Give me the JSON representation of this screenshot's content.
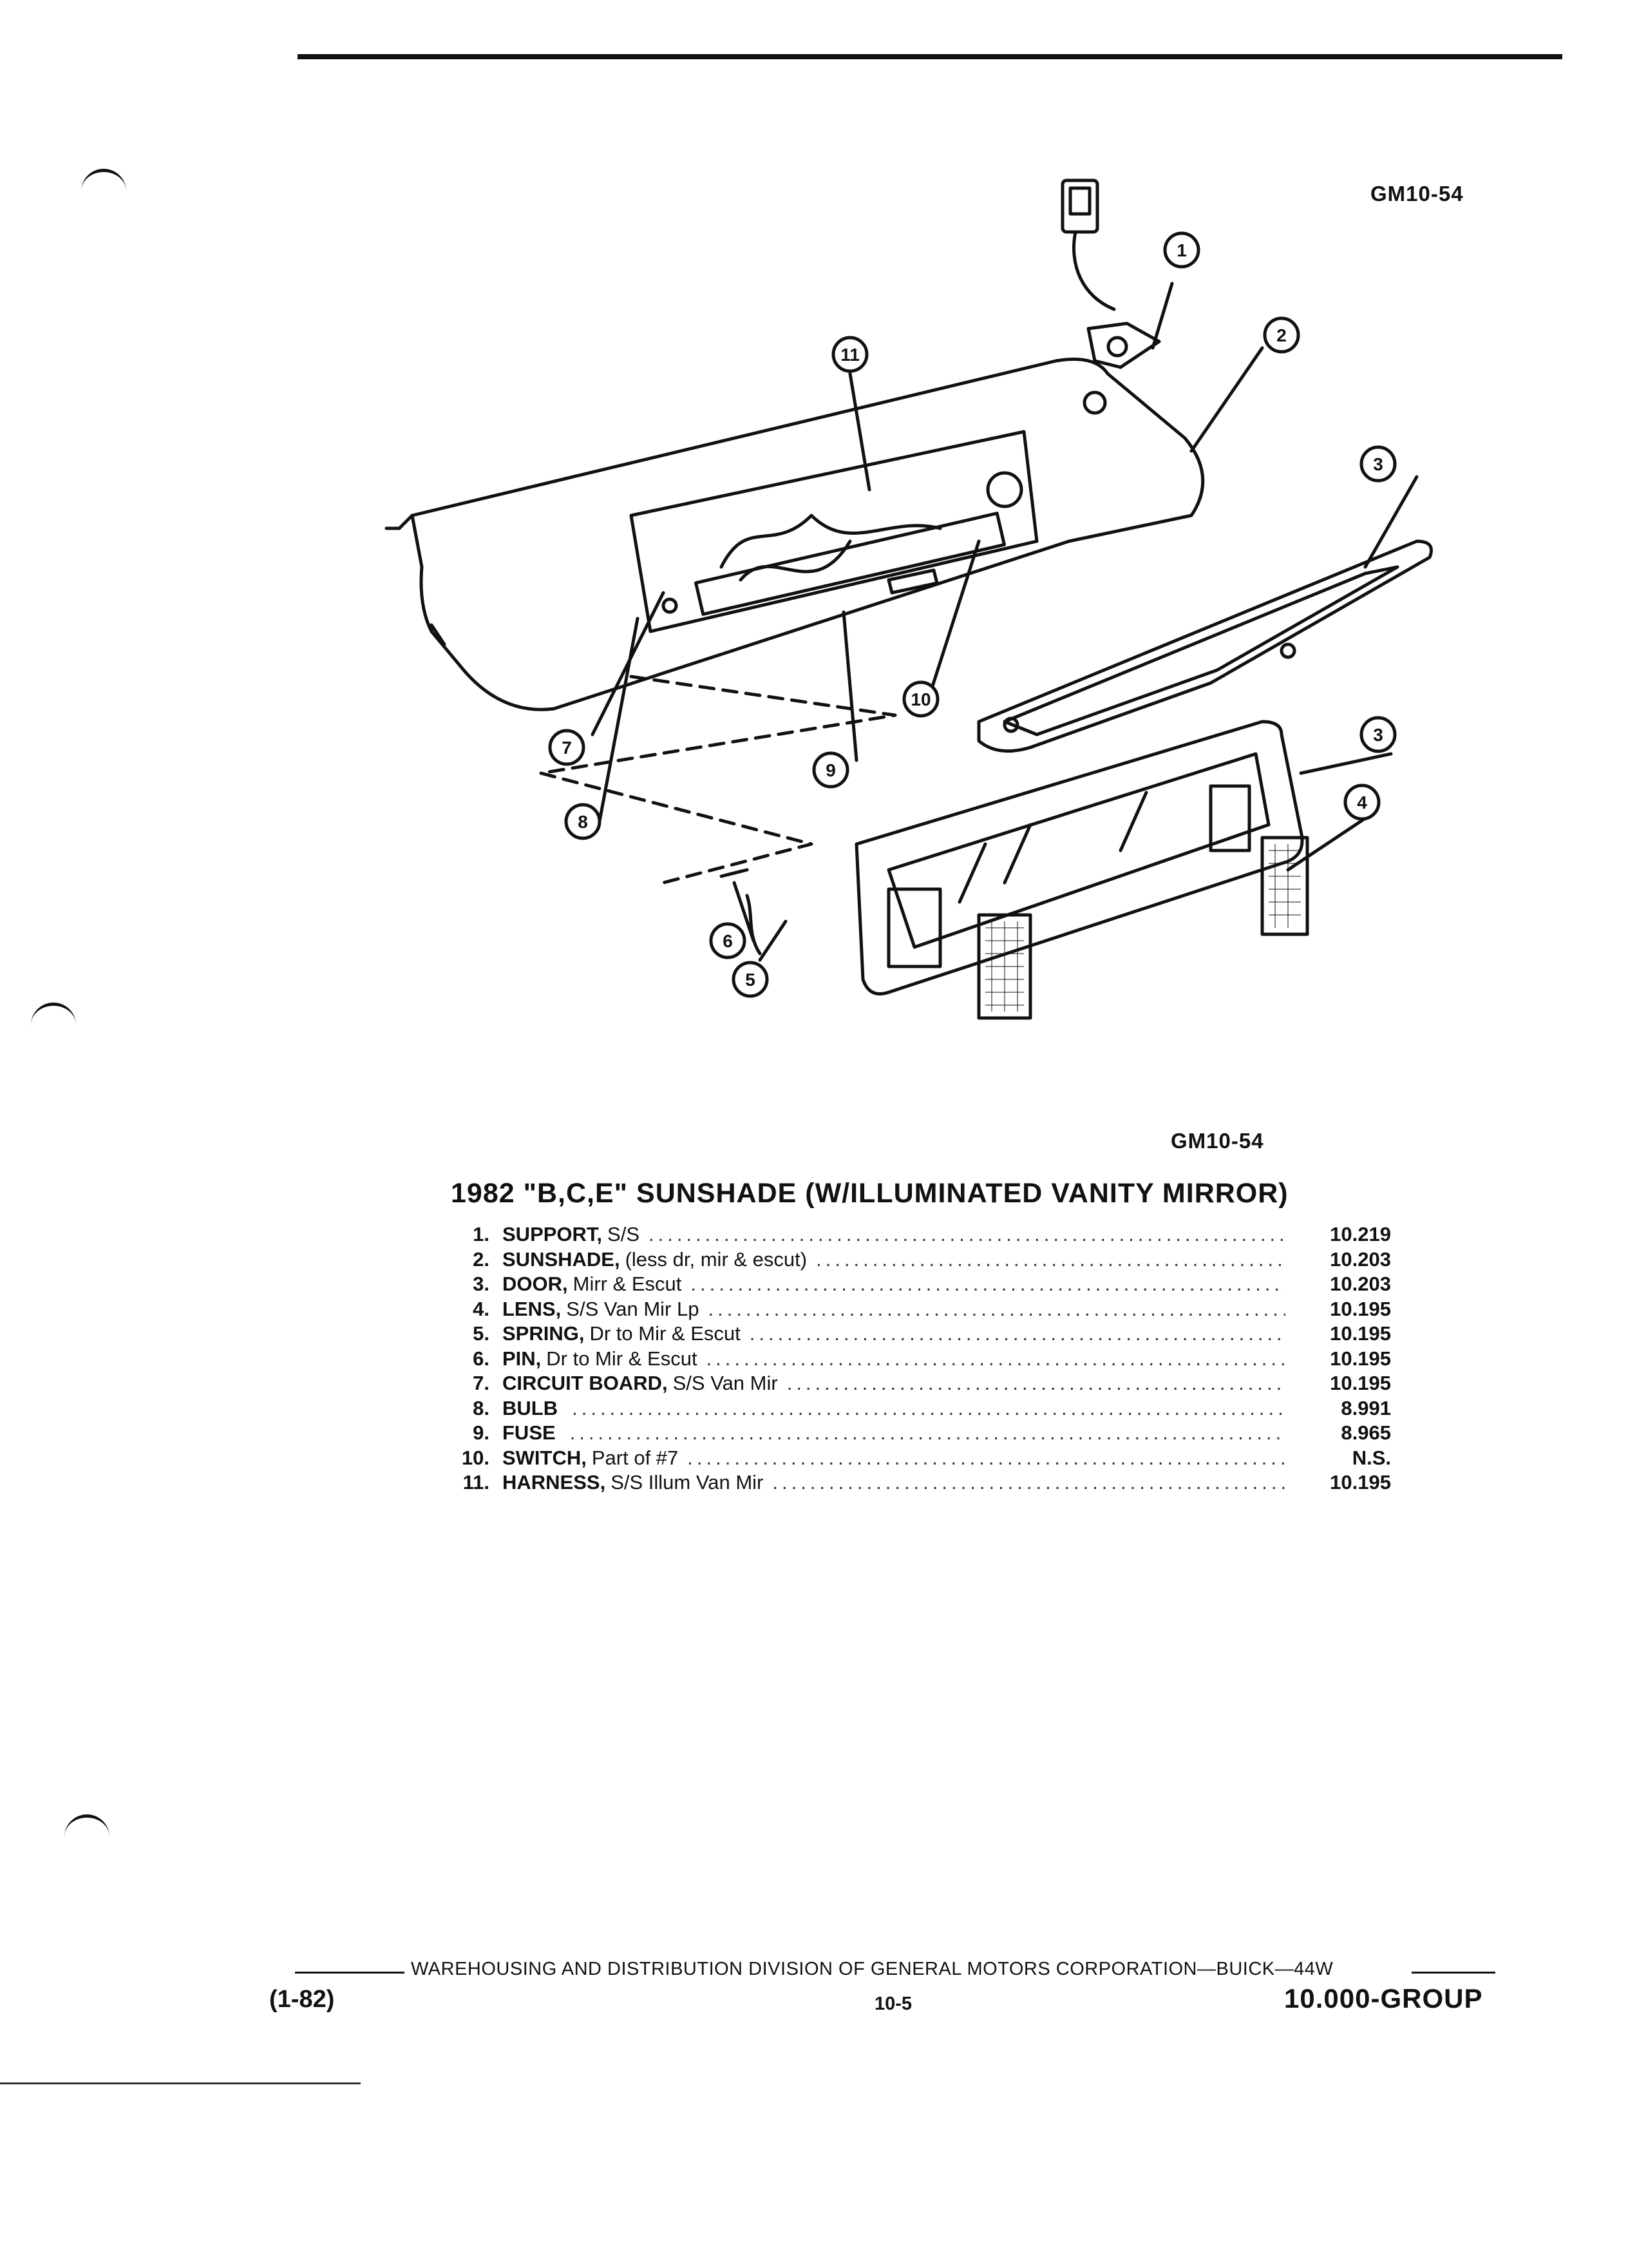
{
  "figure_id_top": "GM10-54",
  "figure_id_bottom": "GM10-54",
  "title": "1982 \"B,C,E\" SUNSHADE (W/ILLUMINATED VANITY MIRROR)",
  "callouts": [
    "1",
    "2",
    "3",
    "3",
    "4",
    "5",
    "6",
    "7",
    "8",
    "9",
    "10",
    "11"
  ],
  "parts": [
    {
      "num": "1.",
      "name": "SUPPORT,",
      "desc": "S/S",
      "page": "10.219"
    },
    {
      "num": "2.",
      "name": "SUNSHADE,",
      "desc": "(less dr, mir & escut)",
      "page": "10.203"
    },
    {
      "num": "3.",
      "name": "DOOR,",
      "desc": "Mirr & Escut",
      "page": "10.203"
    },
    {
      "num": "4.",
      "name": "LENS,",
      "desc": "S/S Van Mir Lp",
      "page": "10.195"
    },
    {
      "num": "5.",
      "name": "SPRING,",
      "desc": "Dr to Mir & Escut",
      "page": "10.195"
    },
    {
      "num": "6.",
      "name": "PIN,",
      "desc": "Dr to Mir & Escut",
      "page": "10.195"
    },
    {
      "num": "7.",
      "name": "CIRCUIT BOARD,",
      "desc": "S/S Van Mir",
      "page": "10.195"
    },
    {
      "num": "8.",
      "name": "BULB",
      "desc": "",
      "page": "8.991"
    },
    {
      "num": "9.",
      "name": "FUSE",
      "desc": "",
      "page": "8.965"
    },
    {
      "num": "10.",
      "name": "SWITCH,",
      "desc": "Part of #7",
      "page": "N.S."
    },
    {
      "num": "11.",
      "name": "HARNESS,",
      "desc": "S/S Illum Van Mir",
      "page": "10.195"
    }
  ],
  "footer": {
    "division": "WAREHOUSING AND DISTRIBUTION  DIVISION OF GENERAL MOTORS CORPORATION—BUICK—44W",
    "date_code": "(1-82)",
    "page_number": "10-5",
    "group": "10.000-GROUP"
  }
}
